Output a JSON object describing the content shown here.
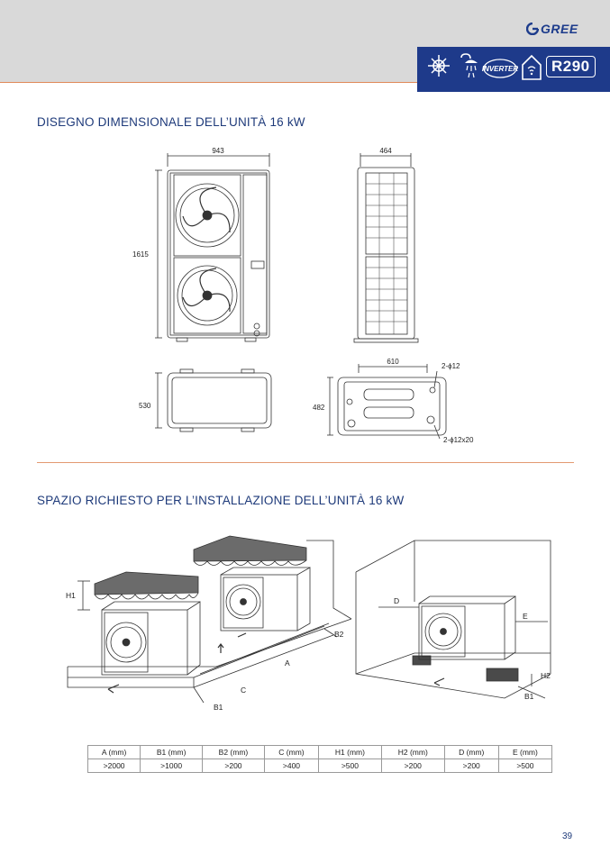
{
  "brand": {
    "name": "GREE"
  },
  "badges": {
    "refrigerant": "R290",
    "inverter": "INVERTER",
    "icons": [
      "sun-snowflake-icon",
      "shower-icon",
      "inverter-badge",
      "smart-home-icon"
    ]
  },
  "section1": {
    "title": "DISEGNO DIMENSIONALE DELL’UNITÀ 16 kW",
    "dims": {
      "width": "943",
      "depth_top": "464",
      "height": "1615",
      "base_depth": "530",
      "feet_spacing": "610",
      "base_width": "482",
      "holes_top": "2-ϕ12",
      "holes_bottom": "2-ϕ12x20"
    }
  },
  "section2": {
    "title": "SPAZIO RICHIESTO PER L’INSTALLAZIONE DELL’UNITÀ 16 kW",
    "labels": {
      "h1": "H1",
      "b2": "B2",
      "a": "A",
      "c": "C",
      "b1": "B1",
      "d": "D",
      "e": "E",
      "h2": "H2",
      "b1_right": "B1"
    }
  },
  "table": {
    "headers": [
      "A (mm)",
      "B1 (mm)",
      "B2 (mm)",
      "C (mm)",
      "H1 (mm)",
      "H2 (mm)",
      "D (mm)",
      "E (mm)"
    ],
    "values": [
      ">2000",
      ">1000",
      ">200",
      ">400",
      ">500",
      ">200",
      ">200",
      ">500"
    ]
  },
  "page_number": "39",
  "colors": {
    "header_bg": "#d9d9d9",
    "badge_bg": "#1e3a8a",
    "title": "#1e3a7a",
    "accent_line": "#e08a5a"
  }
}
